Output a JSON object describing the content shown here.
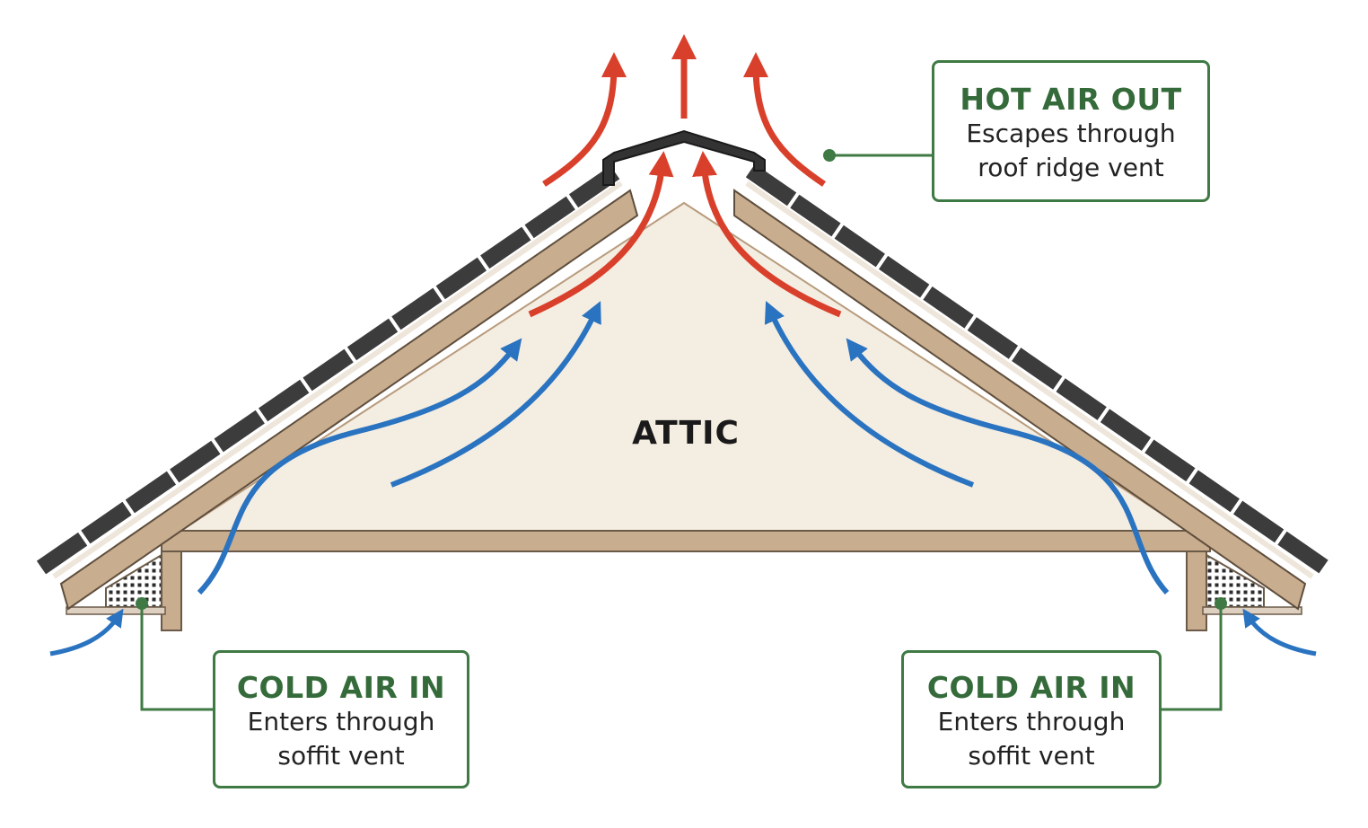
{
  "attic_label": "ATTIC",
  "callouts": {
    "hot_air_out": {
      "title": "HOT AIR OUT",
      "line1": "Escapes through",
      "line2": "roof ridge vent"
    },
    "cold_air_in_left": {
      "title": "COLD AIR IN",
      "line1": "Enters through",
      "line2": "soffit vent"
    },
    "cold_air_in_right": {
      "title": "COLD AIR IN",
      "line1": "Enters through",
      "line2": "soffit vent"
    }
  },
  "colors": {
    "hot_air": "#d9402b",
    "cold_air": "#2a73c0",
    "callout_green": "#3f7a45",
    "attic_fill": "#f4ede1",
    "rafter": "#c8ad8e",
    "shingle": "#3c3c3c"
  }
}
